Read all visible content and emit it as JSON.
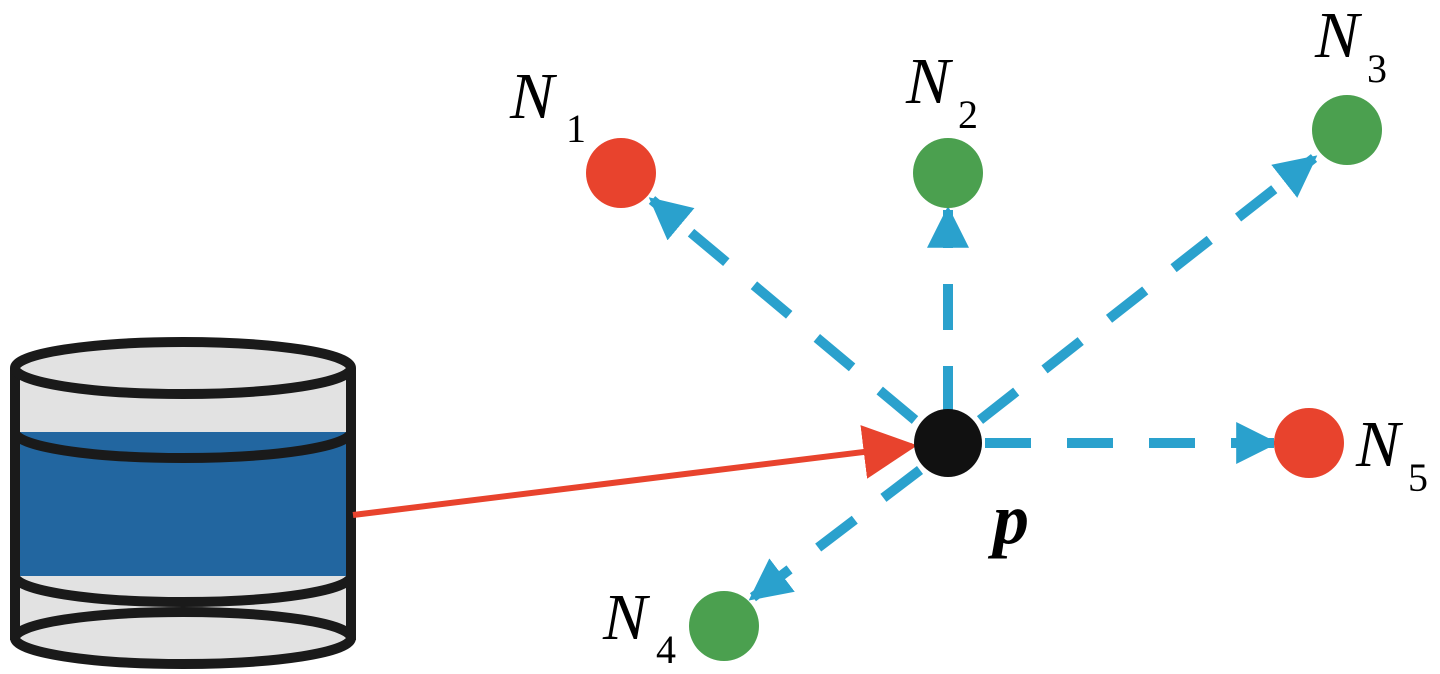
{
  "colors": {
    "red_node": "#e8432d",
    "green_node": "#4ba04f",
    "center_node": "#111111",
    "arrow_blue": "#2aa1cd",
    "arrow_red": "#e8432d",
    "db_body": "#2266a0",
    "db_cap": "#e2e2e2",
    "outline": "#1a1a1a"
  },
  "center": {
    "label": "p"
  },
  "nodes": [
    {
      "id": "n1",
      "letter": "N",
      "sub": "1",
      "status": "red"
    },
    {
      "id": "n2",
      "letter": "N",
      "sub": "2",
      "status": "green"
    },
    {
      "id": "n3",
      "letter": "N",
      "sub": "3",
      "status": "green"
    },
    {
      "id": "n4",
      "letter": "N",
      "sub": "4",
      "status": "green"
    },
    {
      "id": "n5",
      "letter": "N",
      "sub": "5",
      "status": "red"
    }
  ]
}
